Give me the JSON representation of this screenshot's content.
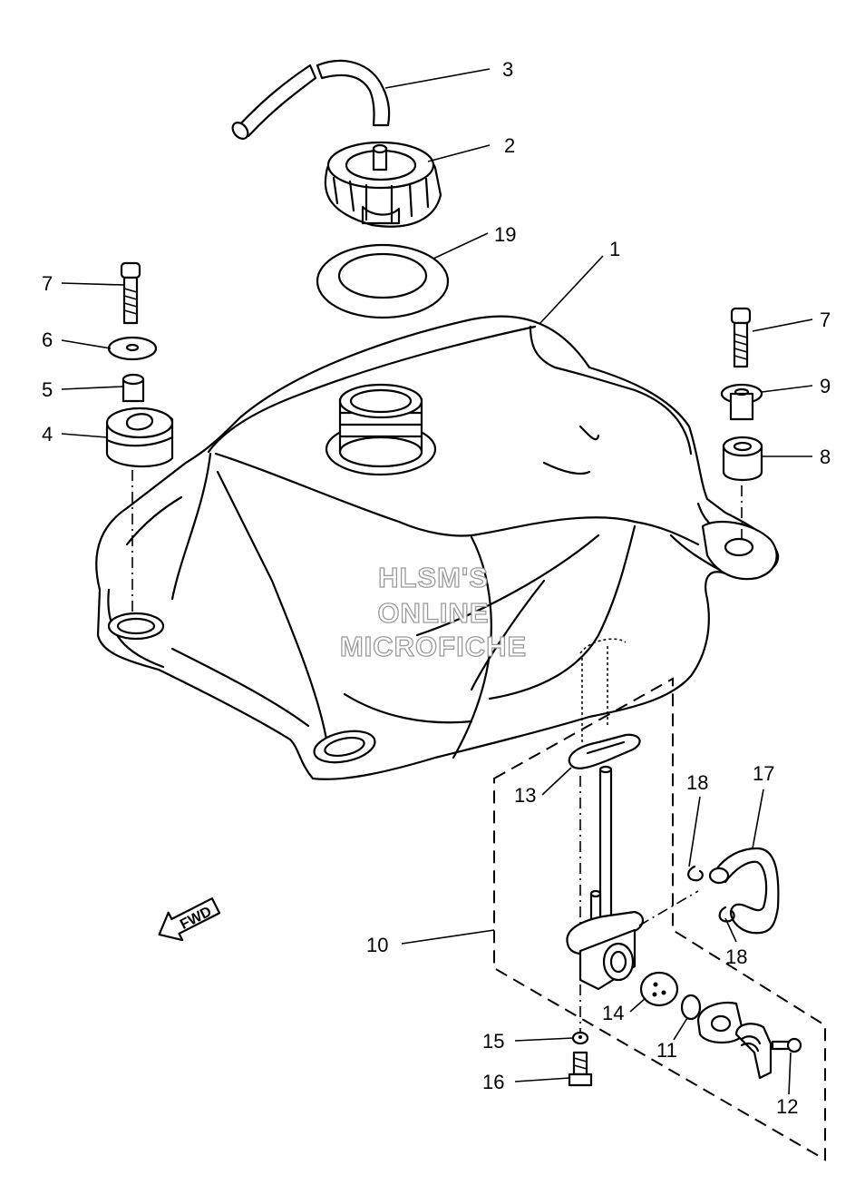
{
  "watermark": {
    "line1": "HLSM'S",
    "line2": "ONLINE",
    "line3": "MICROFICHE"
  },
  "direction_arrow": {
    "label": "FWD"
  },
  "callouts": {
    "c1": "1",
    "c2": "2",
    "c3": "3",
    "c4": "4",
    "c5": "5",
    "c6": "6",
    "c7_left": "7",
    "c7_right": "7",
    "c8": "8",
    "c9": "9",
    "c10": "10",
    "c11": "11",
    "c12": "12",
    "c13": "13",
    "c14": "14",
    "c15": "15",
    "c16": "16",
    "c17": "17",
    "c18_top": "18",
    "c18_bottom": "18",
    "c19": "19"
  }
}
